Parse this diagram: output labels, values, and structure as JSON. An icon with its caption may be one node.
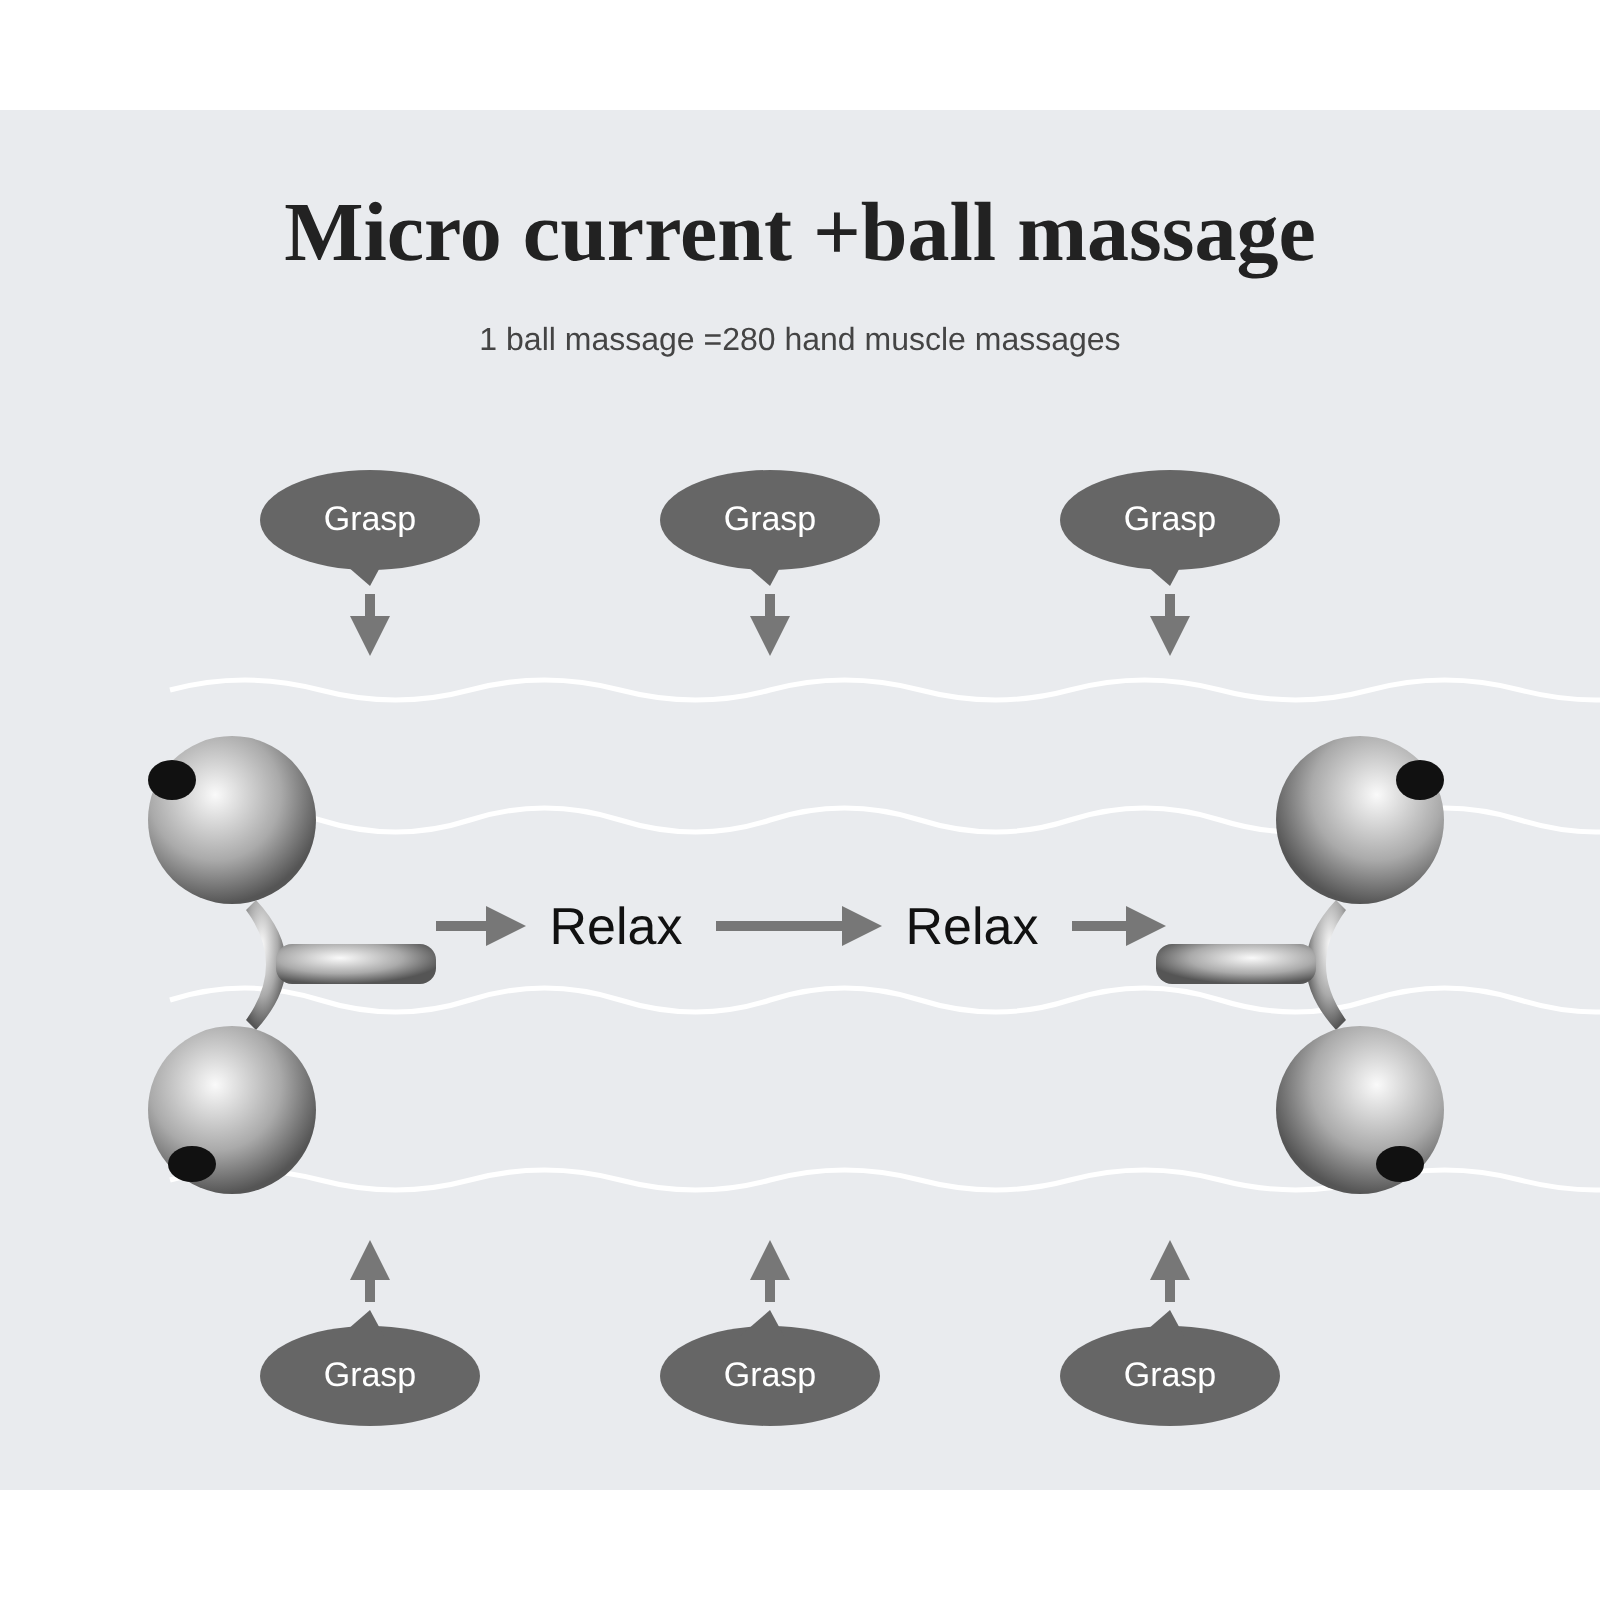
{
  "diagram": {
    "title": "Micro current +ball massage",
    "nodes": [
      {
        "text": [
          "Grasp"
        ]
      },
      {
        "text": [
          "Grasp"
        ]
      },
      {
        "text": [
          "Grasp"
        ]
      },
      {
        "text": [
          "Grasp"
        ]
      },
      {
        "text": [
          "Grasp"
        ]
      },
      {
        "text": [
          "Grasp"
        ]
      },
      {
        "text": [
          "Relax"
        ]
      },
      {
        "text": [
          "Relax"
        ]
      },
      {
        "text": [],
        "shape": "picture"
      },
      {
        "text": [],
        "shape": "picture"
      }
    ],
    "edges": [
      {
        "from": 0,
        "to": null,
        "arrow": "to"
      },
      {
        "from": 1,
        "to": null,
        "arrow": "to"
      },
      {
        "from": 2,
        "to": null,
        "arrow": "to"
      },
      {
        "from": 3,
        "to": null,
        "arrow": "to"
      },
      {
        "from": 4,
        "to": null,
        "arrow": "to"
      },
      {
        "from": 5,
        "to": null,
        "arrow": "to"
      },
      {
        "from": 8,
        "to": 6,
        "arrow": "to"
      },
      {
        "from": 6,
        "to": 7,
        "arrow": "to"
      },
      {
        "from": 7,
        "to": 9,
        "arrow": "to"
      }
    ],
    "labels": [
      "1 ball massage =280 hand muscle massages"
    ]
  }
}
